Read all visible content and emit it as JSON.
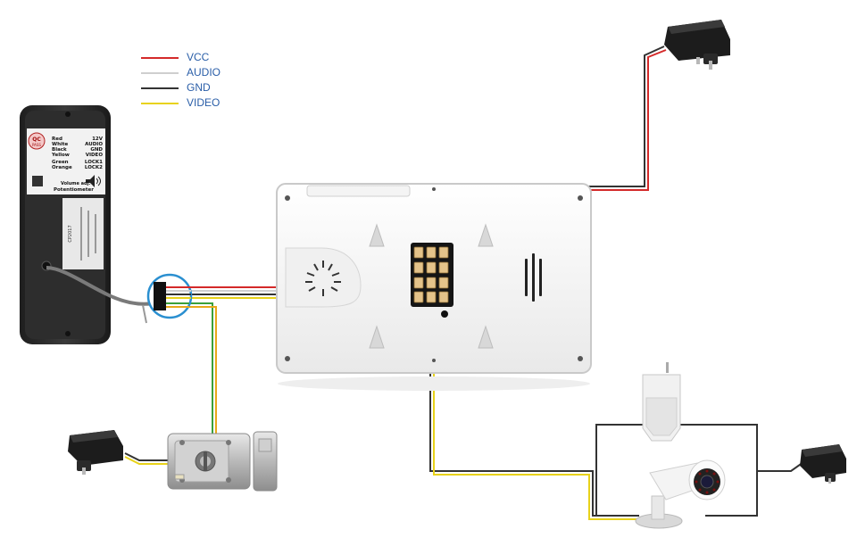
{
  "legend": [
    {
      "label": "VCC",
      "color": "#d42a2a"
    },
    {
      "label": "AUDIO",
      "color": "#c8c8c8"
    },
    {
      "label": "GND",
      "color": "#333333"
    },
    {
      "label": "VIDEO",
      "color": "#e8d21a"
    }
  ],
  "outdoor_panel": {
    "badge": "QC",
    "badge_sub": "PASS",
    "wire_map": [
      {
        "color": "Red",
        "signal": "12V"
      },
      {
        "color": "White",
        "signal": "AUDIO"
      },
      {
        "color": "Black",
        "signal": "GND"
      },
      {
        "color": "Yellow",
        "signal": "VIDEO"
      },
      {
        "color": "Green",
        "signal": "LOCK1"
      },
      {
        "color": "Orange",
        "signal": "LOCK2"
      }
    ],
    "volume_label": "Volume adj.",
    "potentiometer_label": "Potentiometer",
    "model": "CP2017"
  },
  "colors": {
    "vcc": "#d42a2a",
    "audio": "#c8c8c8",
    "gnd": "#333333",
    "video": "#e8d21a",
    "lock": "#3aa03a",
    "connector": "#2a8fd0",
    "legend_text": "#2a5ea8"
  }
}
